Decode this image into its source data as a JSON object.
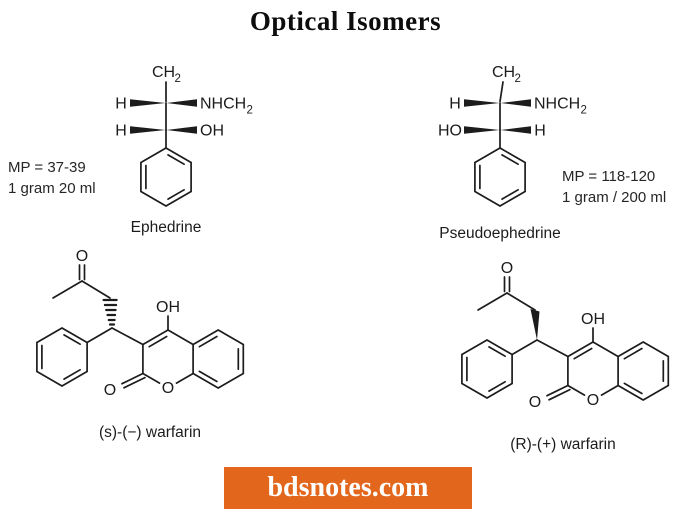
{
  "title": "Optical Isomers",
  "ephedrine": {
    "label": "Ephedrine",
    "mp": "MP = 37-39",
    "solubility": "1 gram 20 ml",
    "atoms": {
      "top_c": "CH",
      "top_sub": "2",
      "h1": "H",
      "n_group": "NHCH",
      "n_sub": "2",
      "h2": "H",
      "oh": "OH"
    }
  },
  "pseudoephedrine": {
    "label": "Pseudoephedrine",
    "mp": "MP = 118-120",
    "solubility": "1 gram / 200 ml",
    "atoms": {
      "top_c": "CH",
      "top_sub": "2",
      "h1": "H",
      "n_group": "NHCH",
      "n_sub": "2",
      "ho": "HO",
      "h2": "H"
    }
  },
  "warfarin_s": {
    "label": "(s)-(−) warfarin",
    "atoms": {
      "ketone_o": "O",
      "hydroxyl": "OH",
      "lactone_o": "O",
      "ring_o": "O"
    }
  },
  "warfarin_r": {
    "label": "(R)-(+) warfarin",
    "atoms": {
      "ketone_o": "O",
      "hydroxyl": "OH",
      "lactone_o": "O",
      "ring_o": "O"
    }
  },
  "watermark": {
    "label": "bdsnotes.com"
  },
  "colors": {
    "accent_orange": "#e2661c",
    "ink": "#1c1c1c",
    "background": "#ffffff"
  }
}
